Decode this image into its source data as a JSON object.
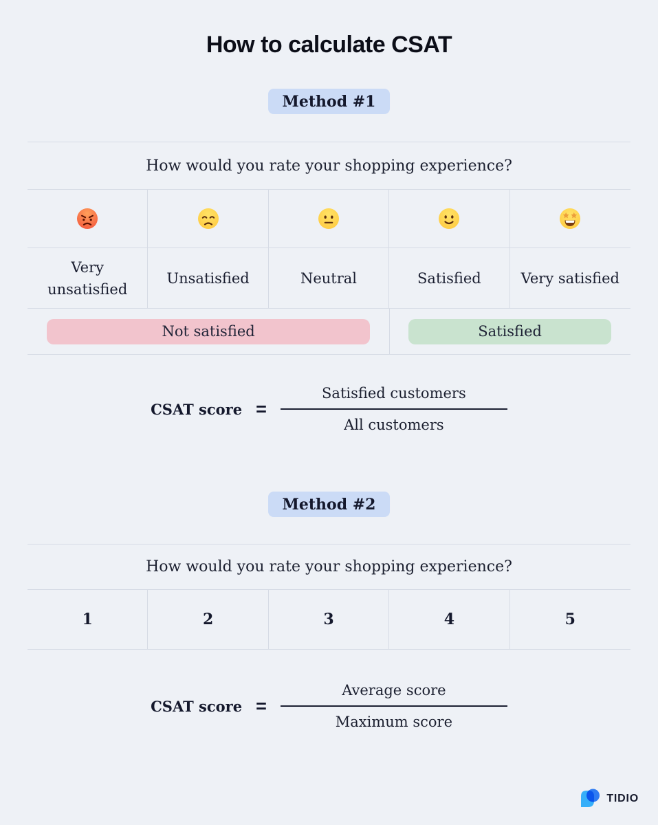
{
  "page": {
    "title": "How to calculate CSAT",
    "background_color": "#EEF1F6",
    "line_color": "#D6DBE5"
  },
  "method1": {
    "badge": "Method #1",
    "badge_color": "#CBDBF6",
    "survey": {
      "question": "How would you rate your shopping experience?",
      "options": [
        {
          "emoji": "angry-face",
          "label": "Very unsatisfied"
        },
        {
          "emoji": "disappointed-face",
          "label": "Unsatisfied"
        },
        {
          "emoji": "neutral-face",
          "label": "Neutral"
        },
        {
          "emoji": "slightly-smiling-face",
          "label": "Satisfied"
        },
        {
          "emoji": "star-struck-face",
          "label": "Very satisfied"
        }
      ],
      "groups": [
        {
          "label": "Not satisfied",
          "color": "#F2C4CD",
          "spans_columns": 3
        },
        {
          "label": "Satisfied",
          "color": "#C9E3CF",
          "spans_columns": 2
        }
      ]
    },
    "formula": {
      "label": "CSAT score",
      "equals": "=",
      "numerator": "Satisfied customers",
      "denominator": "All customers"
    }
  },
  "method2": {
    "badge": "Method #2",
    "badge_color": "#CBDBF6",
    "survey": {
      "question": "How would you rate your shopping experience?",
      "options": [
        "1",
        "2",
        "3",
        "4",
        "5"
      ]
    },
    "formula": {
      "label": "CSAT score",
      "equals": "=",
      "numerator": "Average score",
      "denominator": "Maximum score"
    }
  },
  "footer": {
    "logo_text": "TIDIO",
    "logo_icon": "tidio-chat-bubbles-logo",
    "logo_colors": {
      "light_blue": "#36AFF9",
      "dark_blue": "#2E7BF2"
    }
  }
}
